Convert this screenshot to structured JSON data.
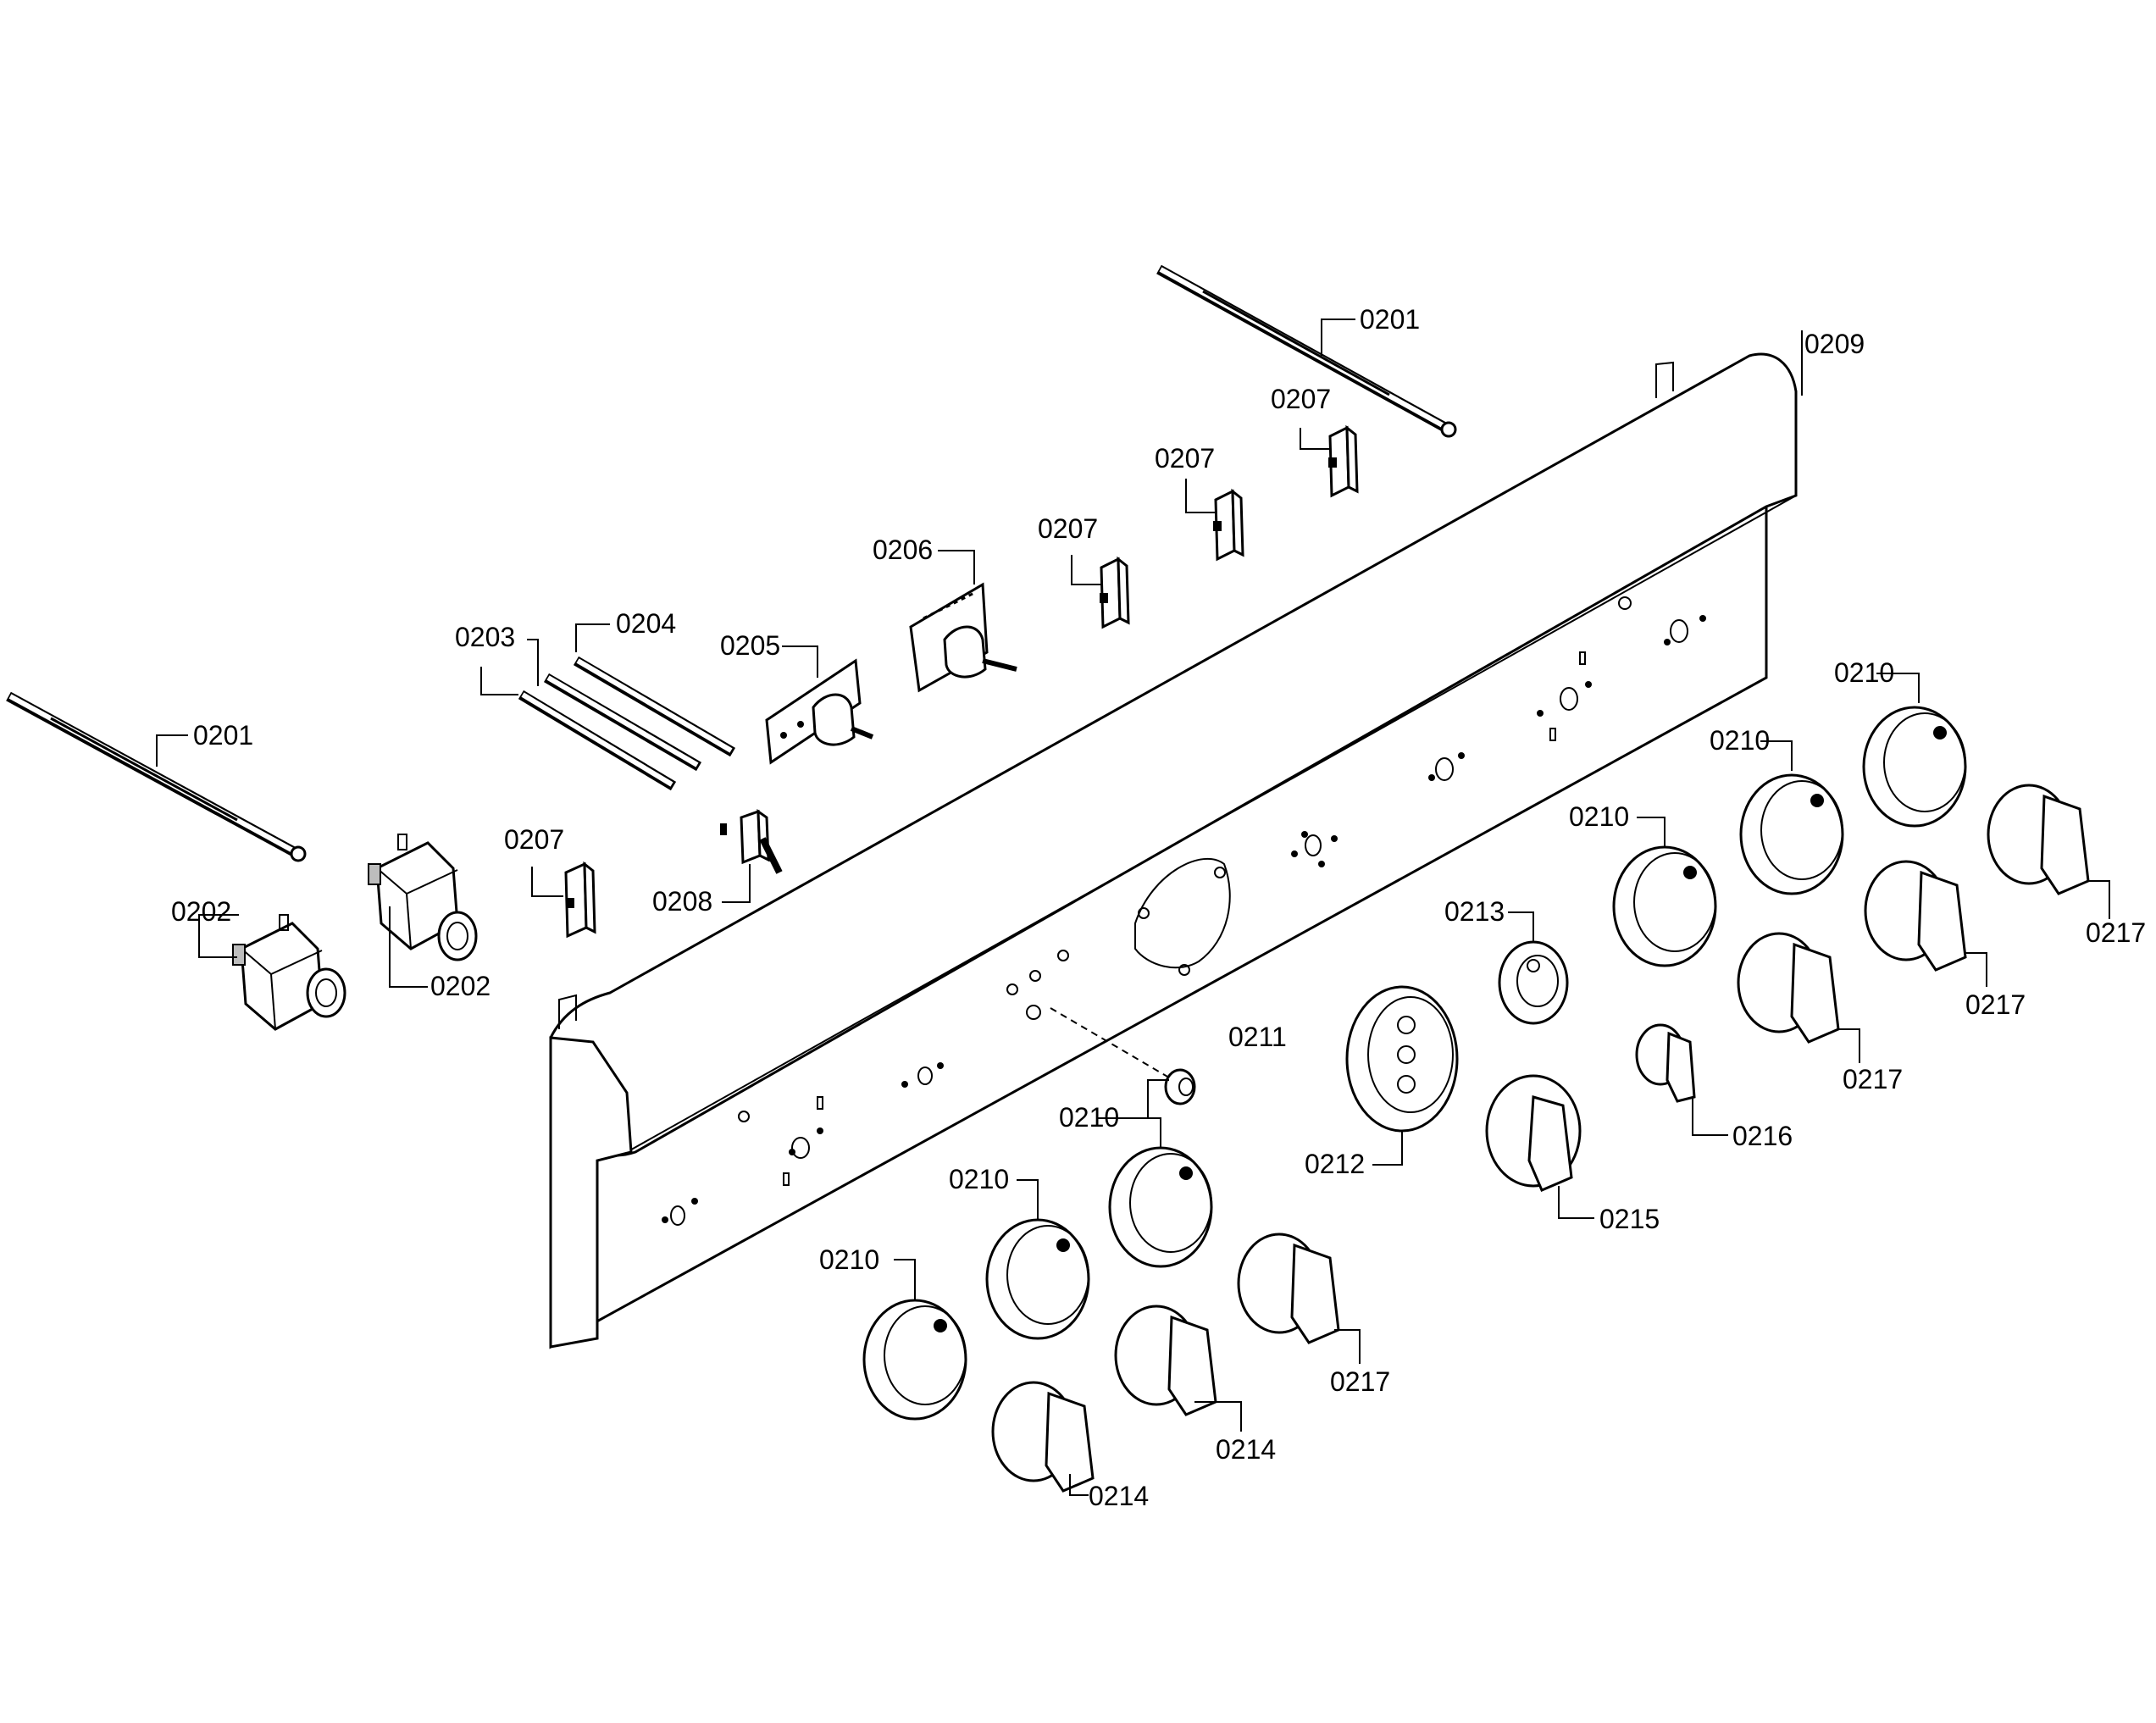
{
  "diagram": {
    "labels": [
      {
        "id": "lbl-0201-a",
        "text": "0201"
      },
      {
        "id": "lbl-0201-b",
        "text": "0201"
      },
      {
        "id": "lbl-0202-a",
        "text": "0202"
      },
      {
        "id": "lbl-0202-b",
        "text": "0202"
      },
      {
        "id": "lbl-0203",
        "text": "0203"
      },
      {
        "id": "lbl-0204",
        "text": "0204"
      },
      {
        "id": "lbl-0205",
        "text": "0205"
      },
      {
        "id": "lbl-0206",
        "text": "0206"
      },
      {
        "id": "lbl-0207-a",
        "text": "0207"
      },
      {
        "id": "lbl-0207-b",
        "text": "0207"
      },
      {
        "id": "lbl-0207-c",
        "text": "0207"
      },
      {
        "id": "lbl-0207-d",
        "text": "0207"
      },
      {
        "id": "lbl-0208",
        "text": "0208"
      },
      {
        "id": "lbl-0209",
        "text": "0209"
      },
      {
        "id": "lbl-0210-a",
        "text": "0210"
      },
      {
        "id": "lbl-0210-b",
        "text": "0210"
      },
      {
        "id": "lbl-0210-c",
        "text": "0210"
      },
      {
        "id": "lbl-0210-d",
        "text": "0210"
      },
      {
        "id": "lbl-0210-e",
        "text": "0210"
      },
      {
        "id": "lbl-0210-f",
        "text": "0210"
      },
      {
        "id": "lbl-0211",
        "text": "0211"
      },
      {
        "id": "lbl-0212",
        "text": "0212"
      },
      {
        "id": "lbl-0213",
        "text": "0213"
      },
      {
        "id": "lbl-0214-a",
        "text": "0214"
      },
      {
        "id": "lbl-0214-b",
        "text": "0214"
      },
      {
        "id": "lbl-0215",
        "text": "0215"
      },
      {
        "id": "lbl-0216",
        "text": "0216"
      },
      {
        "id": "lbl-0217-a",
        "text": "0217"
      },
      {
        "id": "lbl-0217-b",
        "text": "0217"
      },
      {
        "id": "lbl-0217-c",
        "text": "0217"
      },
      {
        "id": "lbl-0217-d",
        "text": "0217"
      }
    ]
  }
}
